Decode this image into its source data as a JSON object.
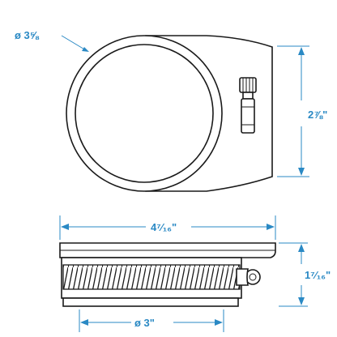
{
  "drawing": {
    "dimensions": {
      "outer_diameter": "ø 3⅝",
      "height_top_view": "2⅞\"",
      "total_width": "4⁷⁄₁₆\"",
      "height_side_view": "1⁷⁄₁₆\"",
      "bore_diameter": "ø 3\""
    },
    "colors": {
      "dimension": "#2a89c4",
      "outline": "#1a1a1a"
    },
    "parts": {
      "top_view": "clamp-collar-top-view",
      "side_view": "clamp-collar-side-view",
      "fastener": "hose-clamp-screw"
    }
  }
}
